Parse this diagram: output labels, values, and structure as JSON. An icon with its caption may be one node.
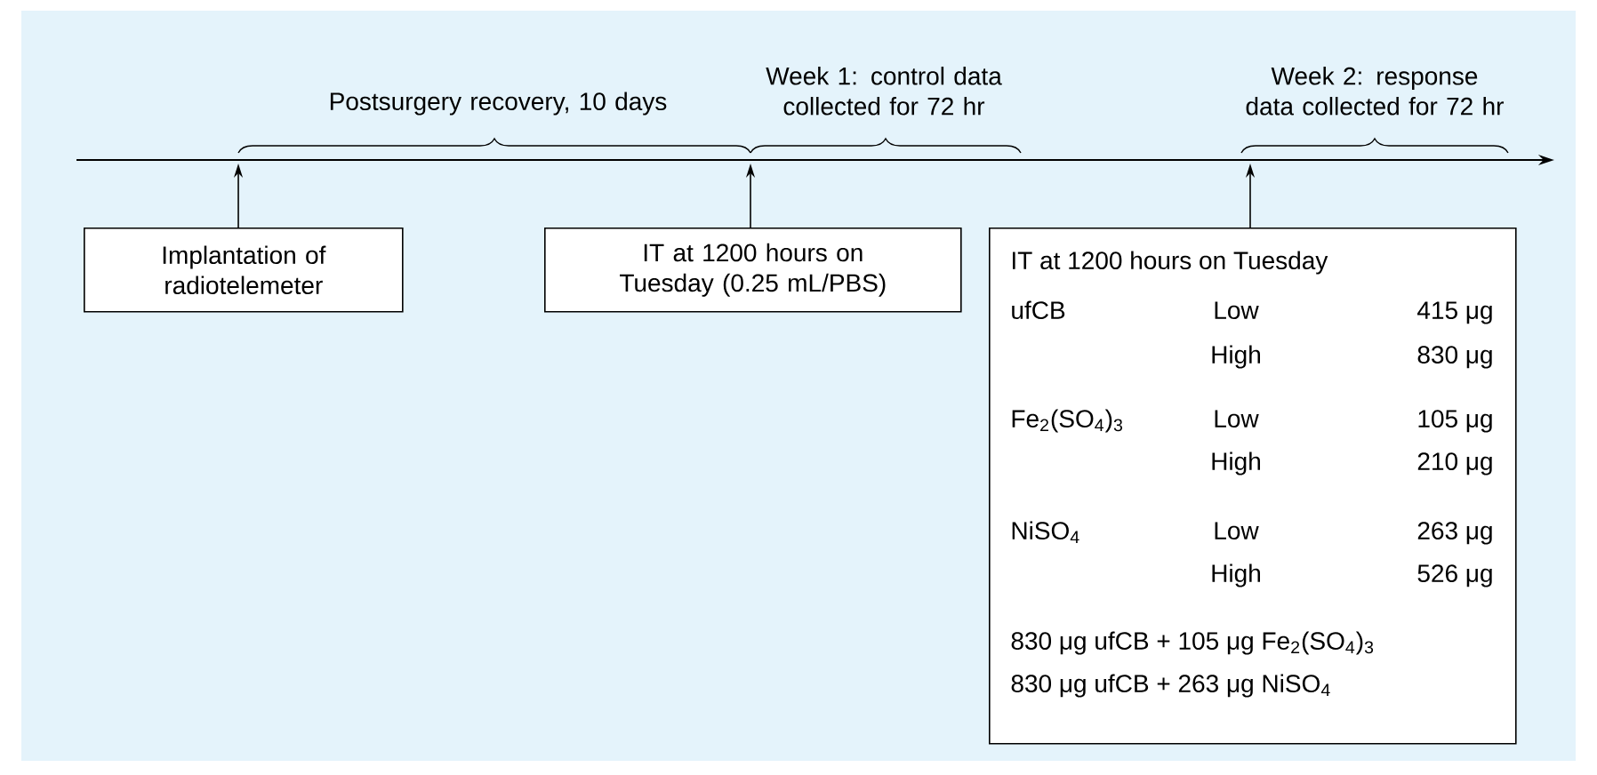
{
  "diagram": {
    "nodes": [
      {
        "text": [
          "Implantation of radiotelemeter"
        ]
      },
      {
        "text": [
          "IT at 1200 hours on Tuesday (0.25 mL/PBS)"
        ]
      },
      {
        "text": [
          "IT at 1200 hours on Tuesday",
          "ufCB",
          "Low",
          "415 μg",
          "High",
          "830 μg",
          "Fe$_{2}$(SO$_{4}$)$_{3}$",
          "Low",
          "105 μg",
          "High",
          "210 μg",
          "NiSO$_{4}$",
          "Low",
          "263 μg",
          "High",
          "526 μg",
          "830 μg ufCB + 105 μg Fe$_{2}$(SO$_{4}$)$_{3}$",
          "830 μg ufCB + 263 μg NiSO$_{4}$"
        ]
      }
    ],
    "edges": [
      {
        "from": 0,
        "to": null,
        "arrow": "to"
      },
      {
        "from": 1,
        "to": null,
        "arrow": "to"
      },
      {
        "from": 2,
        "to": null,
        "arrow": "to"
      }
    ],
    "labels": [
      "Postsurgery recovery, 10 days",
      "Week 1: control data collected for 72 hr",
      "Week 2: response data collected for 72 hr"
    ]
  }
}
